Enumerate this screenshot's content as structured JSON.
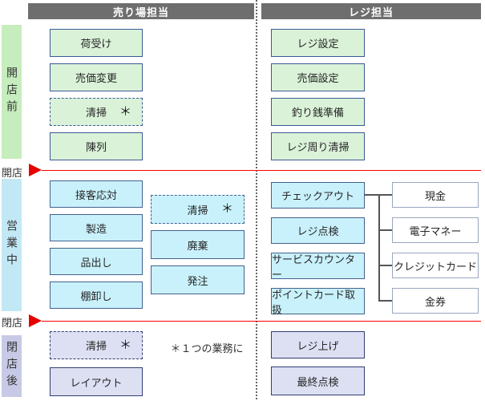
{
  "lanes": {
    "sales_floor": {
      "header": "売り場担当"
    },
    "register": {
      "header": "レジ担当"
    }
  },
  "phases": {
    "before_open": {
      "label": "開店前"
    },
    "during_business": {
      "label": "営業中"
    },
    "after_close": {
      "label": "閉店後"
    }
  },
  "markers": {
    "open": {
      "label": "開店"
    },
    "close": {
      "label": "閉店"
    }
  },
  "tasks": {
    "sf_before": [
      {
        "label": "荷受け"
      },
      {
        "label": "売価変更"
      },
      {
        "label": "清掃",
        "mark": "＊"
      },
      {
        "label": "陳列"
      }
    ],
    "sf_during_main": [
      {
        "label": "接客応対"
      },
      {
        "label": "製造"
      },
      {
        "label": "品出し"
      },
      {
        "label": "棚卸し"
      }
    ],
    "sf_during_side": [
      {
        "label": "清掃",
        "mark": "＊"
      },
      {
        "label": "廃棄"
      },
      {
        "label": "発注"
      }
    ],
    "sf_after": [
      {
        "label": "清掃",
        "mark": "＊"
      },
      {
        "label": "レイアウト"
      }
    ],
    "rg_before": [
      {
        "label": "レジ設定"
      },
      {
        "label": "売価設定"
      },
      {
        "label": "釣り銭準備"
      },
      {
        "label": "レジ周り清掃"
      }
    ],
    "rg_during": [
      {
        "label": "チェックアウト"
      },
      {
        "label": "レジ点検"
      },
      {
        "label": "サービスカウンター"
      },
      {
        "label": "ポイントカード取扱"
      }
    ],
    "rg_payment_methods": [
      {
        "label": "現金"
      },
      {
        "label": "電子マネー"
      },
      {
        "label": "クレジットカード"
      },
      {
        "label": "金券"
      }
    ],
    "rg_after": [
      {
        "label": "レジ上げ"
      },
      {
        "label": "最終点検"
      }
    ]
  },
  "annotation": {
    "text": "＊１つの業務に"
  },
  "colors": {
    "header_bg": "#6e6e6e",
    "header_text": "#ffffff",
    "phase_before_sidebar": "#c6edbd",
    "phase_before_box": "#daf2d8",
    "phase_during_sidebar": "#c2e8f6",
    "phase_during_box": "#c9f1fc",
    "phase_after_sidebar": "#c7cae6",
    "phase_after_box": "#dde0f3",
    "box_border": "#3d5a96",
    "white_box_border": "#9aa6bf",
    "marker_red": "#ff0000",
    "divider_gray": "#666666"
  }
}
